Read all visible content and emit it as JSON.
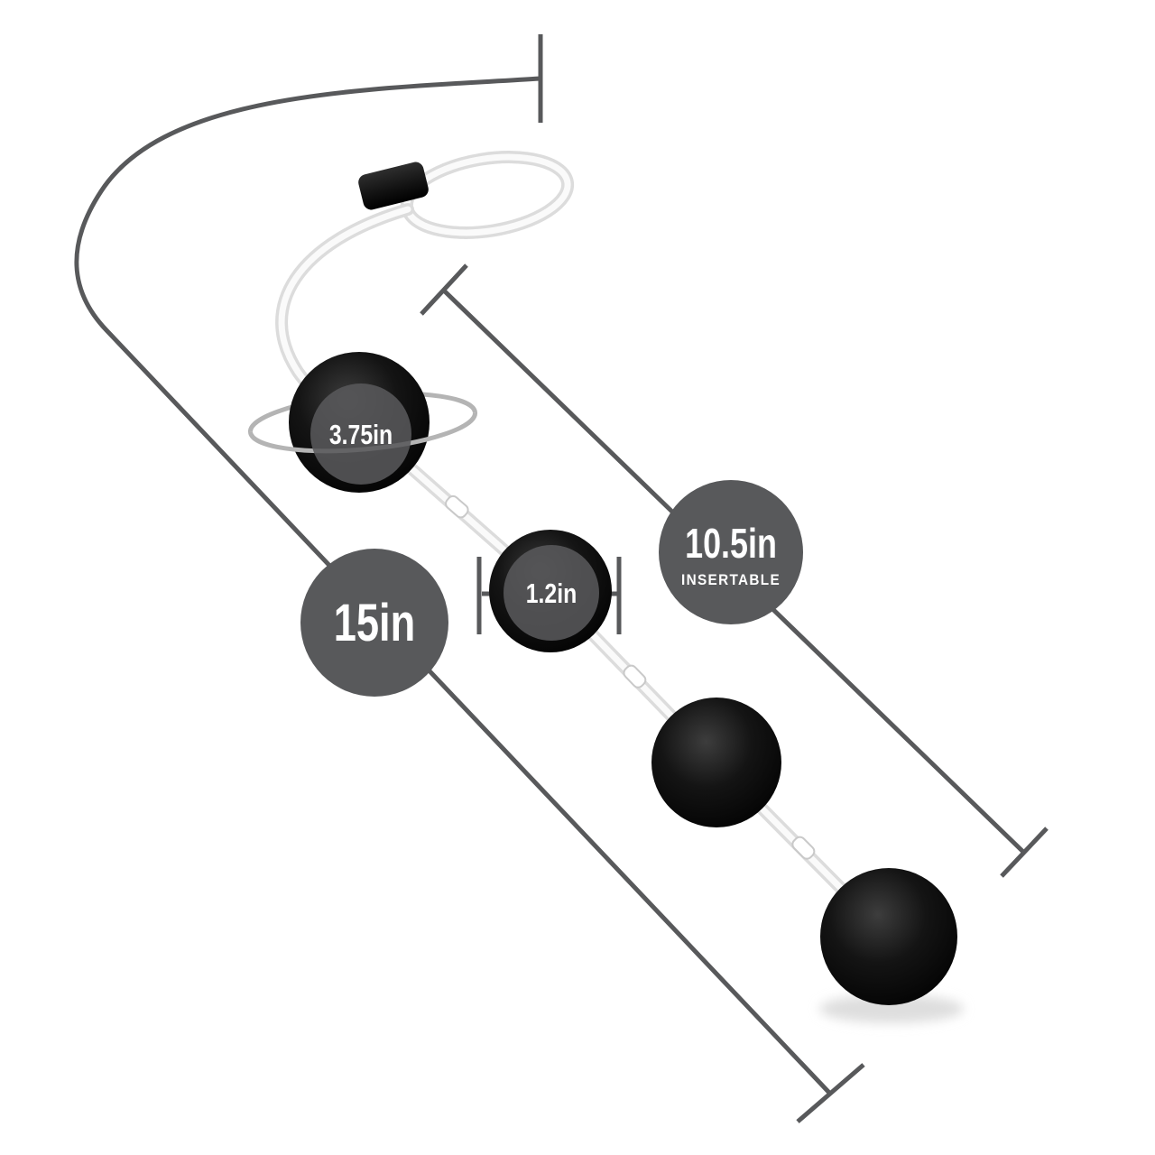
{
  "diagram": {
    "kind": "product-dimension-diagram",
    "labels": {
      "total_length": "15in",
      "insertable_length": "10.5in",
      "insertable_sublabel": "INSERTABLE",
      "ball_circumference": "3.75in",
      "ball_diameter": "1.2in"
    },
    "colors": {
      "background": "#ffffff",
      "dimension_line": "#58595b",
      "badge_fill": "#58595b",
      "badge_text": "#ffffff",
      "ball_fill": "#000000",
      "cord_edge": "#dcdcdc",
      "cord_core": "#fafafa",
      "circumference_ring": "#b4b4b4"
    }
  }
}
